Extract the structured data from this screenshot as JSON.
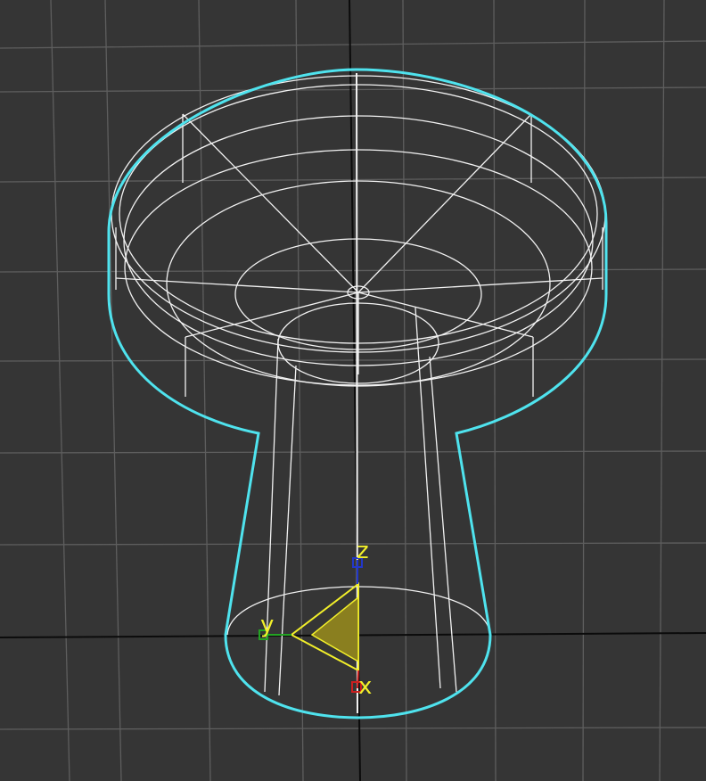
{
  "viewport": {
    "background": "#353535",
    "grid_color": "#5e5e5e",
    "world_axis_color": "#0b0b0b",
    "selection_outline_color": "#4fe3ee",
    "wireframe_color": "#f2f2f2"
  },
  "object": {
    "type": "pedestal-bowl",
    "selected": true
  },
  "gizmo": {
    "color": "#f2ef2a",
    "fill": "#8a7f1f",
    "labels": {
      "z": "z",
      "y": "y",
      "x": "x"
    },
    "axis_colors": {
      "z": "#2237c9",
      "y": "#23a323",
      "x": "#cc1f1f"
    }
  }
}
